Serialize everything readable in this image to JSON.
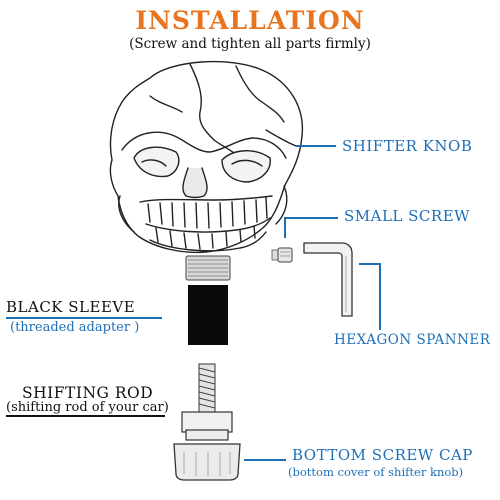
{
  "title": "INSTALLATION",
  "subtitle": "(Screw and tighten all parts firmly)",
  "labels": {
    "shifter_knob": "SHIFTER KNOB",
    "small_screw": "SMALL SCREW",
    "hexagon_spanner": "HEXAGON SPANNER",
    "black_sleeve": "BLACK SLEEVE",
    "black_sleeve_sub": "(threaded adapter )",
    "shifting_rod": "SHIFTING ROD",
    "shifting_rod_sub": "(shifting rod of your car)",
    "bottom_screw_cap": "BOTTOM SCREW CAP",
    "bottom_screw_cap_sub": "(bottom cover of shifter knob)"
  },
  "colors": {
    "title": "#e8741f",
    "label_blue": "#1d6fb8",
    "leader_line": "#1d6fb8",
    "sleeve": "#0a0a0a",
    "text_black": "#111111"
  }
}
